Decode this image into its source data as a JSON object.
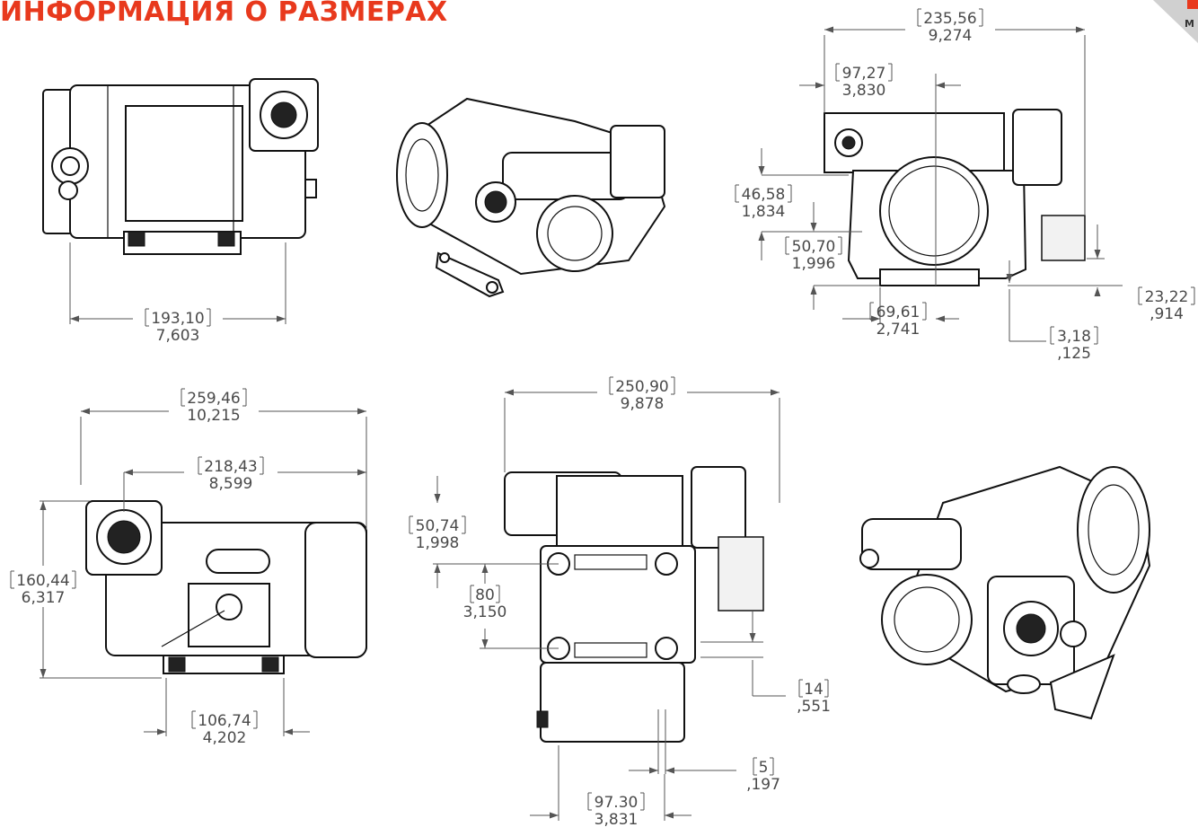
{
  "title": "ИНФОРМАЦИЯ О РАЗМЕРАХ",
  "corner_label": "М",
  "colors": {
    "title": "#e8391d",
    "corner": "#e8391d"
  },
  "dimensions": {
    "top_width": {
      "mm": "193,10",
      "in": "7,603"
    },
    "right_overall_width": {
      "mm": "235,56",
      "in": "9,274"
    },
    "right_inlet_offset": {
      "mm": "97,27",
      "in": "3,830"
    },
    "right_inlet_height": {
      "mm": "46,58",
      "in": "1,834"
    },
    "right_base_height": {
      "mm": "50,70",
      "in": "1,996"
    },
    "right_base_width": {
      "mm": "69,61",
      "in": "2,741"
    },
    "right_foot_height": {
      "mm": "23,22",
      "in": ",914"
    },
    "right_foot_thickness": {
      "mm": "3,18",
      "in": ",125"
    },
    "side_overall_length": {
      "mm": "259,46",
      "in": "10,215"
    },
    "side_body_length": {
      "mm": "218,43",
      "in": "8,599"
    },
    "side_height": {
      "mm": "160,44",
      "in": "6,317"
    },
    "side_base_width": {
      "mm": "106,74",
      "in": "4,202"
    },
    "bottom_overall_width": {
      "mm": "250,90",
      "in": "9,878"
    },
    "bottom_top_offset": {
      "mm": "50,74",
      "in": "1,998"
    },
    "bottom_slot_spacing": {
      "mm": "80",
      "in": "3,150"
    },
    "bottom_slot_gap": {
      "mm": "14",
      "in": ",551"
    },
    "bottom_slot_width": {
      "mm": "5",
      "in": ",197"
    },
    "bottom_base_width": {
      "mm": "97.30",
      "in": "3,831"
    }
  }
}
